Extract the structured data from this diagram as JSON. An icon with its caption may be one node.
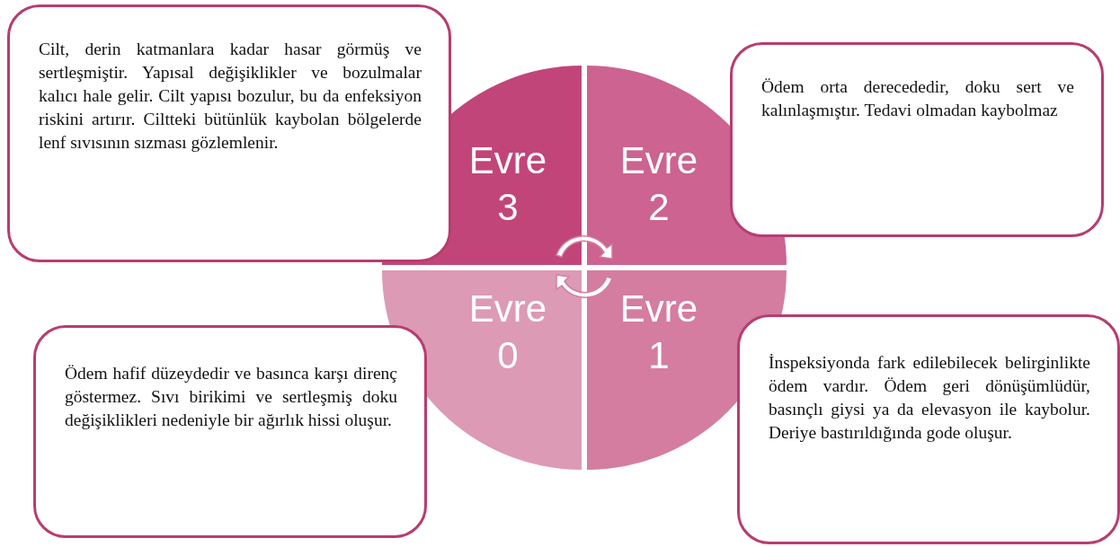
{
  "diagram": {
    "nodes": [
      {
        "text": [
          "Cilt, derin katmanlara kadar hasar görmüş ve sertleşmiştir. Yapısal değişiklikler ve bozulmalar kalıcı hale gelir. Cilt yapısı bozulur, bu da enfeksiyon riskini artırır. Ciltteki bütünlük kaybolan bölgelerde lenf sıvısının sızması gözlemlenir."
        ]
      },
      {
        "text": [
          "Evre 3"
        ]
      },
      {
        "text": [
          "Evre 2"
        ]
      },
      {
        "text": [
          "Ödem orta derecededir, doku sert ve kalınlaşmıştır. Tedavi olmadan kaybolmaz"
        ]
      },
      {
        "text": [
          "Evre 0"
        ]
      },
      {
        "text": [
          "Evre 1"
        ]
      },
      {
        "text": [
          "Ödem hafif düzeydedir ve basınca karşı direnç göstermez. Sıvı birikimi ve sertleşmiş doku değişiklikleri nedeniyle bir ağırlık hissi oluşur."
        ]
      },
      {
        "text": [
          "İnspeksiyonda fark edilebilecek belirginlikte ödem vardır. Ödem geri dönüşümlüdür, basınçlı giysi ya da elevasyon ile kaybolur. Deriye bastırıldığında gode oluşur."
        ]
      }
    ]
  }
}
